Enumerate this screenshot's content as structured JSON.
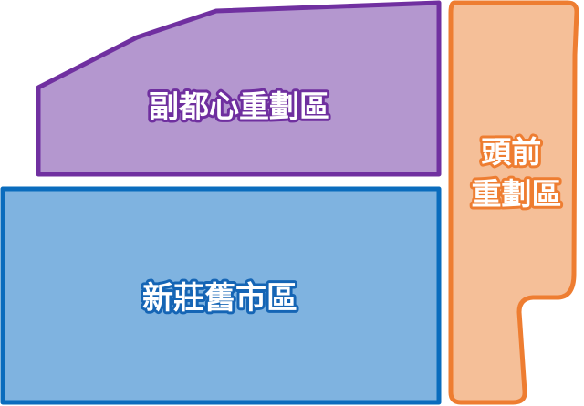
{
  "map": {
    "regions": [
      {
        "id": "fuduxin",
        "label_lines": [
          "副都心重劃區"
        ],
        "fill": "#b497cf",
        "stroke": "#7030a0",
        "text_outline": "#6f2f9f"
      },
      {
        "id": "xinzhuang-old",
        "label_lines": [
          "新莊舊市區"
        ],
        "fill": "#7fb3e0",
        "stroke": "#0a6cbd",
        "text_outline": "#1565b5"
      },
      {
        "id": "touqian",
        "label_lines": [
          "頭前",
          "重劃區"
        ],
        "fill": "#f5bf98",
        "stroke": "#ee7d31",
        "text_outline": "#ee7d31"
      }
    ]
  }
}
